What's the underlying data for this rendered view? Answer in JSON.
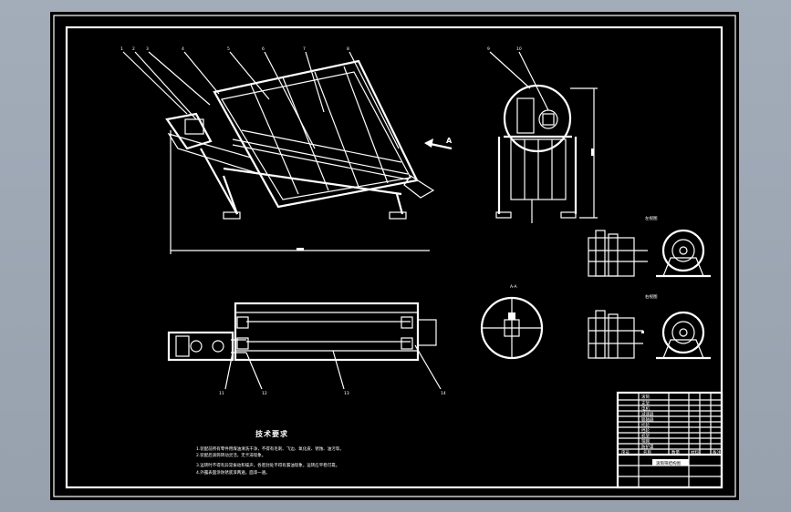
{
  "drawing": {
    "view_marker": "A",
    "section_label": "A-A",
    "left_view_label": "左视图",
    "right_view_label": "右视图",
    "tech_requirements": {
      "title": "技术要求",
      "lines": [
        "1.装配前所有零件用煤油清洗干净，不得有毛刺、飞边、氧化皮、锈蚀、油污等。",
        "2.装配后滚筒转动灵活，无卡滞现象。",
        "3.运转时不得有异常振动和噪声，各密封处不得有漏油现象，运转应平稳可靠。",
        "4.外露表面涂防锈底漆两遍，面漆一遍。"
      ]
    },
    "balloons_front": [
      "1",
      "2",
      "3",
      "4",
      "5",
      "6",
      "7",
      "8"
    ],
    "balloons_side": [
      "9",
      "10"
    ],
    "balloons_top": [
      "11",
      "12",
      "13",
      "14"
    ]
  },
  "title_block": {
    "drawing_name": "滚筒筛结构图",
    "rows": [
      "滚筒",
      "支架",
      "电机",
      "减速器",
      "联轴器",
      "托轮",
      "挡轮",
      "机架",
      "筛网",
      "防护罩"
    ],
    "footer": [
      "序号",
      "名称",
      "数量",
      "材料",
      "备注"
    ]
  }
}
